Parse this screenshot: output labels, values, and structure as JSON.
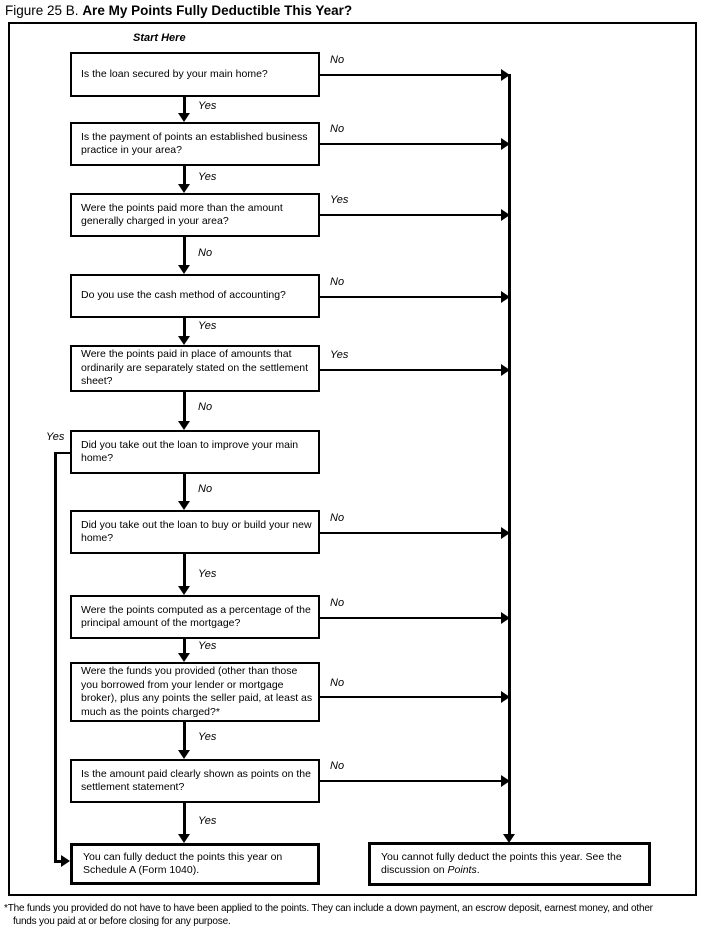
{
  "title": {
    "figure_label": "Figure 25 B.",
    "question": "Are My Points Fully Deductible This Year?"
  },
  "start_here": "Start Here",
  "decision_boxes": [
    {
      "text": "Is the loan secured by your main home?"
    },
    {
      "text": "Is the payment of points an established business practice in your area?"
    },
    {
      "text": "Were the points paid more than the amount generally charged in your area?"
    },
    {
      "text": "Do you use the cash method of accounting?"
    },
    {
      "text": "Were the points paid in place of amounts that ordinarily are separately stated on the settlement sheet?"
    },
    {
      "text": "Did you take out the loan to improve your main home?"
    },
    {
      "text": "Did you take out the loan to buy or build your new home?"
    },
    {
      "text": "Were the points computed as a percentage of the principal amount of the mortgage?"
    },
    {
      "text": "Were the funds you provided (other than those you borrowed from your lender or mortgage broker), plus any points the seller paid, at least as much as the points charged?*"
    },
    {
      "text": "Is the amount paid clearly shown as points on the settlement statement?"
    }
  ],
  "results": {
    "can_deduct": "You can fully deduct the points this year on Schedule A (Form 1040).",
    "cannot_prefix": "You cannot fully deduct the points this year. See the discussion on ",
    "cannot_italic": "Points",
    "cannot_suffix": "."
  },
  "branches": {
    "down": [
      "Yes",
      "Yes",
      "No",
      "Yes",
      "No",
      "No",
      "Yes",
      "Yes",
      "Yes",
      "Yes"
    ],
    "side": [
      "No",
      "No",
      "Yes",
      "No",
      "Yes",
      "No",
      "No",
      "No",
      "No"
    ],
    "left_yes": "Yes"
  },
  "footnote": {
    "line1": "*The funds you provided do not have to have been applied to the points. They can include a down payment, an escrow deposit, earnest money, and other",
    "line2": "funds you paid at or before closing for any purpose."
  }
}
